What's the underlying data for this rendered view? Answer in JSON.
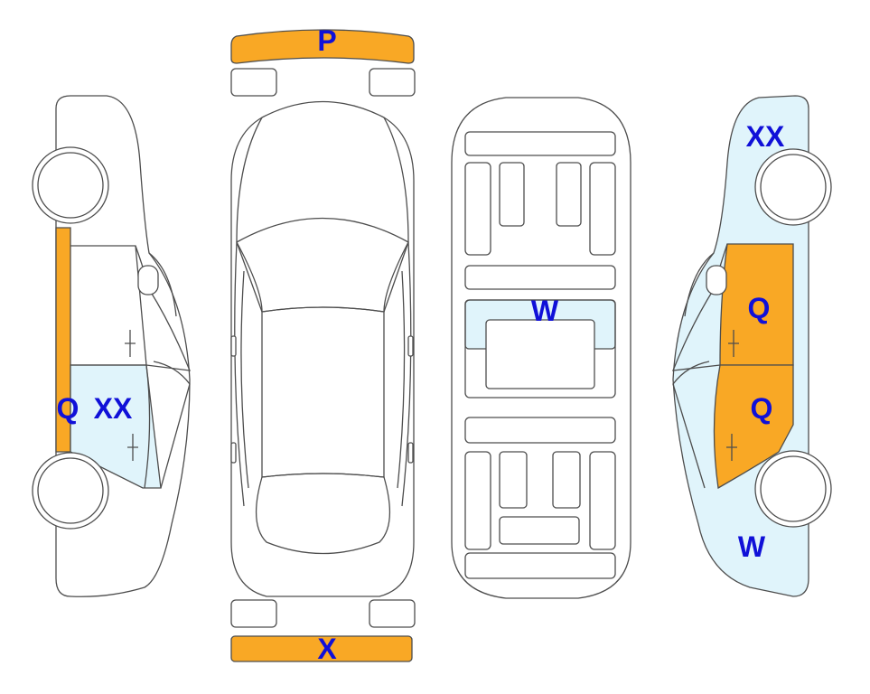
{
  "legend_colors": {
    "orange": "#f9a825",
    "light_blue": "#e0f4fb"
  },
  "labels": {
    "front_bumper": "P",
    "rear_bumper": "X",
    "left_sill": "Q",
    "left_rear_door": "XX",
    "roof_panel": "W",
    "right_front_fender": "XX",
    "right_front_door": "Q",
    "right_rear_door": "Q",
    "right_rear_quarter": "W"
  }
}
